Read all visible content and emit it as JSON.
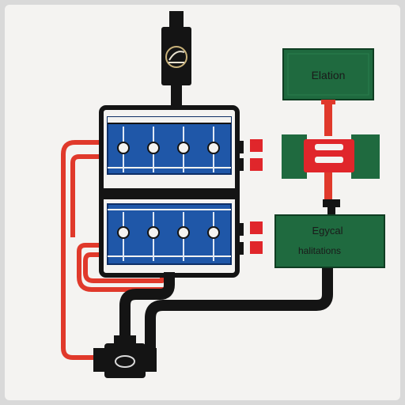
{
  "labels": {
    "top_box": "Elation",
    "lower_box_line1": "Egycal",
    "lower_box_line2": "halitations"
  },
  "colors": {
    "background": "#f4f3f1",
    "pipe_black": "#141414",
    "pipe_red": "#e0392b",
    "panel_blue": "#1f57a8",
    "box_green": "#1f6a3f",
    "terminal_red": "#e0262b"
  }
}
